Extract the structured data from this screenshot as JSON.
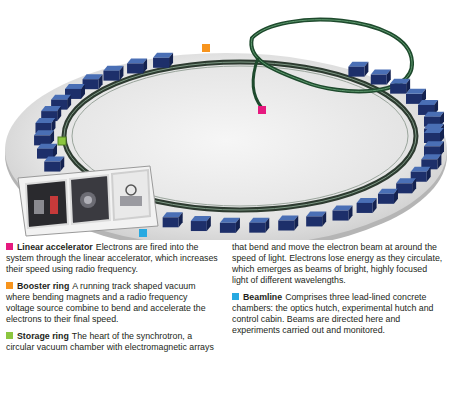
{
  "diagram": {
    "labels": [
      "Electrons are fired into the system through the linear accelerator, which increases their speed using radio frequency.",
      "A running track shaped vacuum where bending magnets and a radio frequency voltage source combine to bend and accelerate the electrons to their final speed.",
      "The heart of the synchrotron, a circular vacuum chamber with electromagnetic arrays that bend and move the electron beam at around the speed of light. Electrons lose energy as they circulate, which emerges as beams of bright, highly focused light of different wavelengths.",
      "Comprises three lead-lined concrete chambers: the optics hutch, experimental hutch and control cabin. Beams are directed here and experiments carried out and monitored."
    ],
    "legend": [
      {
        "text": "Linear accelerator",
        "color": "#e6197f"
      },
      {
        "text": "Booster ring",
        "color": "#f7941d"
      },
      {
        "text": "Storage ring",
        "color": "#8cc63f"
      },
      {
        "text": "Beamline",
        "color": "#27a9e1"
      }
    ]
  }
}
